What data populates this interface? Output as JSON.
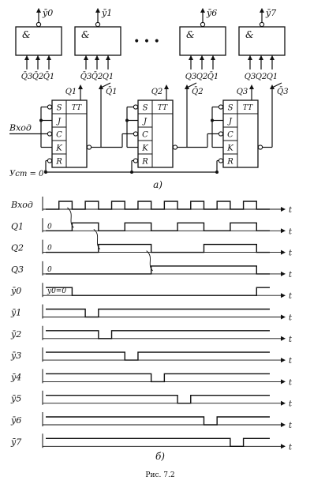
{
  "gates": [
    {
      "out": "ȳ0",
      "sym": "&",
      "inputs": [
        "Q̄3",
        "Q̄2",
        "Q̄1"
      ]
    },
    {
      "out": "ȳ1",
      "sym": "&",
      "inputs": [
        "Q̄3",
        "Q̄2",
        "Q1"
      ]
    },
    {
      "out": "ȳ6",
      "sym": "&",
      "inputs": [
        "Q3",
        "Q2",
        "Q̄1"
      ]
    },
    {
      "out": "ȳ7",
      "sym": "&",
      "inputs": [
        "Q3",
        "Q2",
        "Q1"
      ]
    }
  ],
  "gate_ellipsis": "• • •",
  "flipflops": [
    {
      "q": "Q1",
      "qbar": "Q̄1",
      "tt": "TT",
      "pins": [
        "S",
        "J",
        "C",
        "K",
        "R"
      ]
    },
    {
      "q": "Q2",
      "qbar": "Q̄2",
      "tt": "TT",
      "pins": [
        "S",
        "J",
        "C",
        "K",
        "R"
      ]
    },
    {
      "q": "Q3",
      "qbar": "Q̄3",
      "tt": "TT",
      "pins": [
        "S",
        "J",
        "C",
        "K",
        "R"
      ]
    }
  ],
  "input_label": "Вход",
  "reset_label": "Уст = 0\"",
  "subfig_a": "а)",
  "subfig_b": "б)",
  "caption": "Рис. 7.2",
  "timing": {
    "time_axis_label": "t",
    "signals": [
      {
        "name": "Вход",
        "wave": [
          0,
          1,
          0,
          1,
          0,
          1,
          0,
          1,
          0,
          1,
          0,
          1,
          0,
          1,
          0,
          1,
          0
        ],
        "init": ""
      },
      {
        "name": "Q1",
        "wave": [
          0,
          0,
          1,
          1,
          0,
          0,
          1,
          1,
          0,
          0,
          1,
          1,
          0,
          0,
          1,
          1,
          0
        ],
        "init": "0"
      },
      {
        "name": "Q2",
        "wave": [
          0,
          0,
          0,
          0,
          1,
          1,
          1,
          1,
          0,
          0,
          0,
          0,
          1,
          1,
          1,
          1,
          0
        ],
        "init": "0"
      },
      {
        "name": "Q3",
        "wave": [
          0,
          0,
          0,
          0,
          0,
          0,
          0,
          0,
          1,
          1,
          1,
          1,
          1,
          1,
          1,
          1,
          0
        ],
        "init": "0"
      },
      {
        "name": "ȳ0",
        "wave": [
          1,
          1,
          0,
          0,
          0,
          0,
          0,
          0,
          0,
          0,
          0,
          0,
          0,
          0,
          0,
          0,
          1
        ],
        "init": "ȳ0=0"
      },
      {
        "name": "ȳ1",
        "wave": [
          1,
          1,
          1,
          0,
          1,
          1,
          1,
          1,
          1,
          1,
          1,
          1,
          1,
          1,
          1,
          1,
          1
        ],
        "init": ""
      },
      {
        "name": "ȳ2",
        "wave": [
          1,
          1,
          1,
          1,
          0,
          1,
          1,
          1,
          1,
          1,
          1,
          1,
          1,
          1,
          1,
          1,
          1
        ],
        "init": ""
      },
      {
        "name": "ȳ3",
        "wave": [
          1,
          1,
          1,
          1,
          1,
          1,
          0,
          1,
          1,
          1,
          1,
          1,
          1,
          1,
          1,
          1,
          1
        ],
        "init": ""
      },
      {
        "name": "ȳ4",
        "wave": [
          1,
          1,
          1,
          1,
          1,
          1,
          1,
          1,
          0,
          1,
          1,
          1,
          1,
          1,
          1,
          1,
          1
        ],
        "init": ""
      },
      {
        "name": "ȳ5",
        "wave": [
          1,
          1,
          1,
          1,
          1,
          1,
          1,
          1,
          1,
          1,
          0,
          1,
          1,
          1,
          1,
          1,
          1
        ],
        "init": ""
      },
      {
        "name": "ȳ6",
        "wave": [
          1,
          1,
          1,
          1,
          1,
          1,
          1,
          1,
          1,
          1,
          1,
          1,
          0,
          1,
          1,
          1,
          1
        ],
        "init": ""
      },
      {
        "name": "ȳ7",
        "wave": [
          1,
          1,
          1,
          1,
          1,
          1,
          1,
          1,
          1,
          1,
          1,
          1,
          1,
          1,
          0,
          1,
          1
        ],
        "init": ""
      }
    ]
  }
}
